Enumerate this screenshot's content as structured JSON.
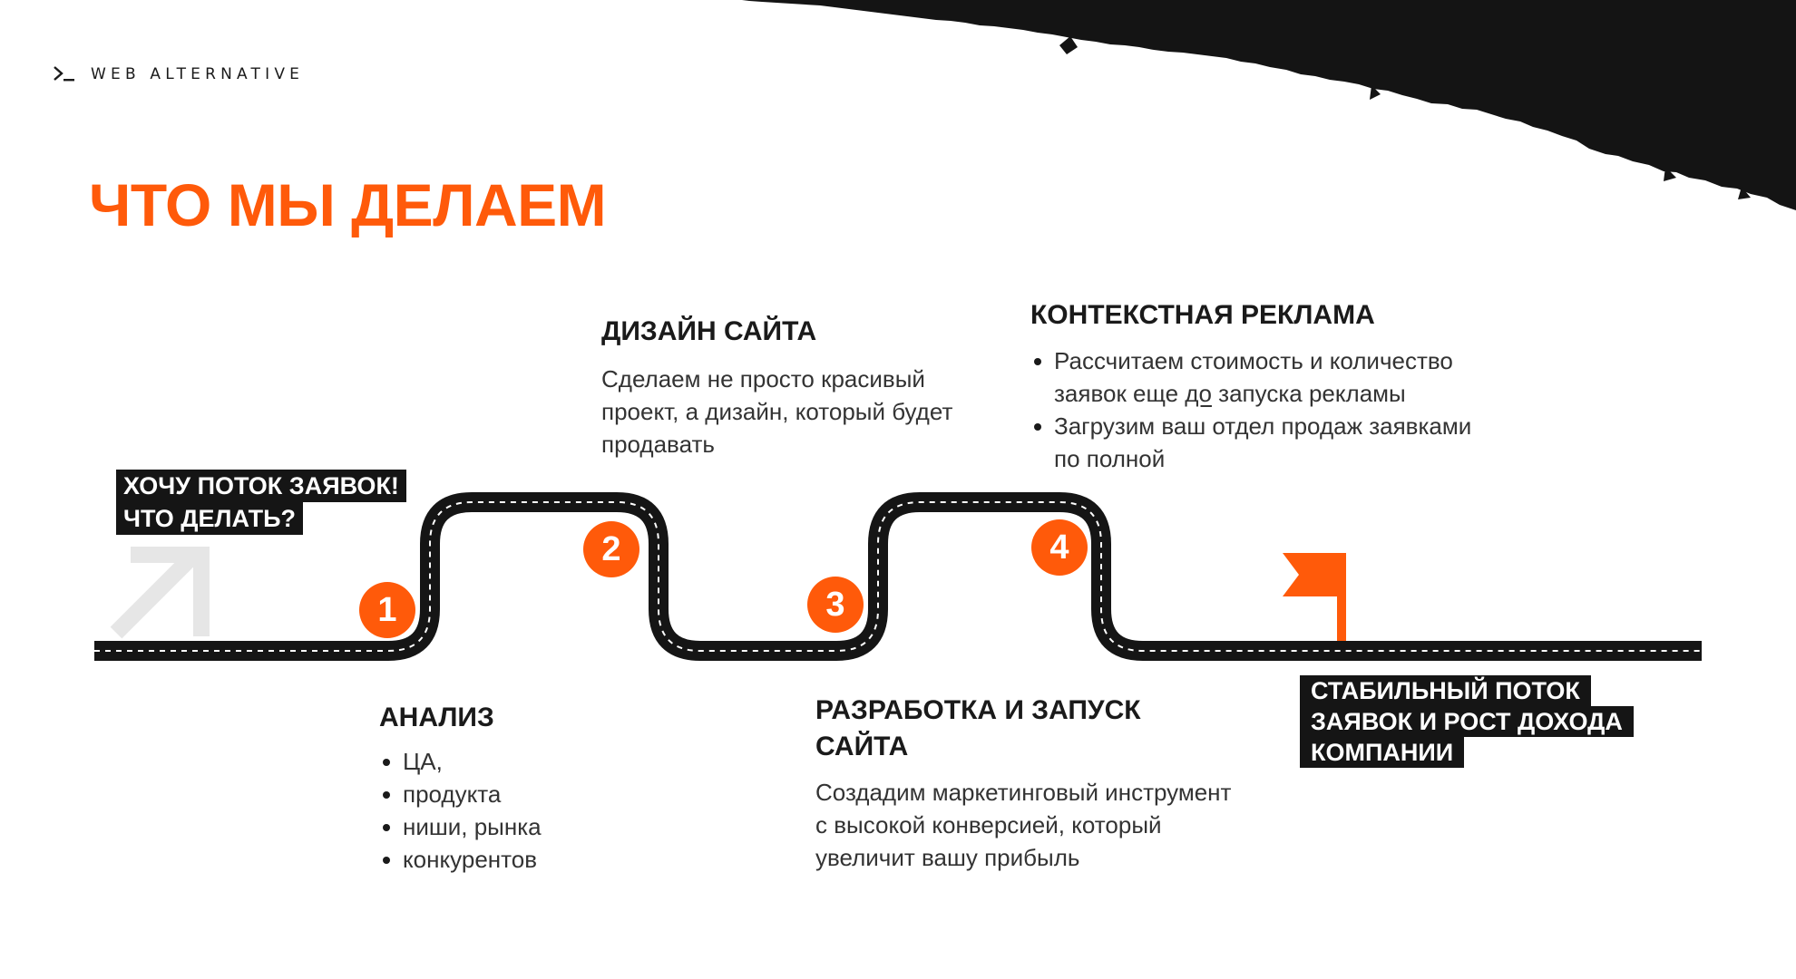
{
  "brand": {
    "name": "WEB ALTERNATIVE"
  },
  "page": {
    "title": "ЧТО МЫ ДЕЛАЕМ"
  },
  "start": {
    "lines": [
      "ХОЧУ ПОТОК ЗАЯВОК!",
      "ЧТО ДЕЛАТЬ?"
    ]
  },
  "steps": [
    {
      "number": "1",
      "title": "АНАЛИЗ",
      "bullets": [
        "ЦА,",
        "продукта",
        "ниши, рынка",
        "конкурентов"
      ]
    },
    {
      "number": "2",
      "title": "ДИЗАЙН САЙТА",
      "text": [
        "Сделаем не просто красивый",
        "проект, а дизайн, который будет",
        "продавать"
      ]
    },
    {
      "number": "3",
      "title_lines": [
        "РАЗРАБОТКА И ЗАПУСК",
        "САЙТА"
      ],
      "text": [
        "Создадим маркетинговый инструмент",
        "с высокой конверсией, который",
        "увеличит вашу прибыль"
      ]
    },
    {
      "number": "4",
      "title": "КОНТЕКСТНАЯ РЕКЛАМА",
      "bullets": [
        {
          "line1": "Рассчитаем стоимость и количество",
          "line2_before": "заявок еще ",
          "line2_underlined": "до",
          "line2_after": " запуска рекламы"
        },
        {
          "line1": "Загрузим ваш отдел продаж заявками",
          "line2": "по полной"
        }
      ]
    }
  ],
  "finish": {
    "lines": [
      "СТАБИЛЬНЫЙ ПОТОК",
      "ЗАЯВОК И РОСТ ДОХОДА",
      "КОМПАНИИ"
    ]
  },
  "colors": {
    "accent": "#ff5a0a",
    "dark": "#151515",
    "arrow": "#e6e6e6"
  },
  "icons": {
    "logo": "terminal-prompt-icon",
    "start": "arrow-up-right-icon",
    "finish": "flag-icon"
  }
}
